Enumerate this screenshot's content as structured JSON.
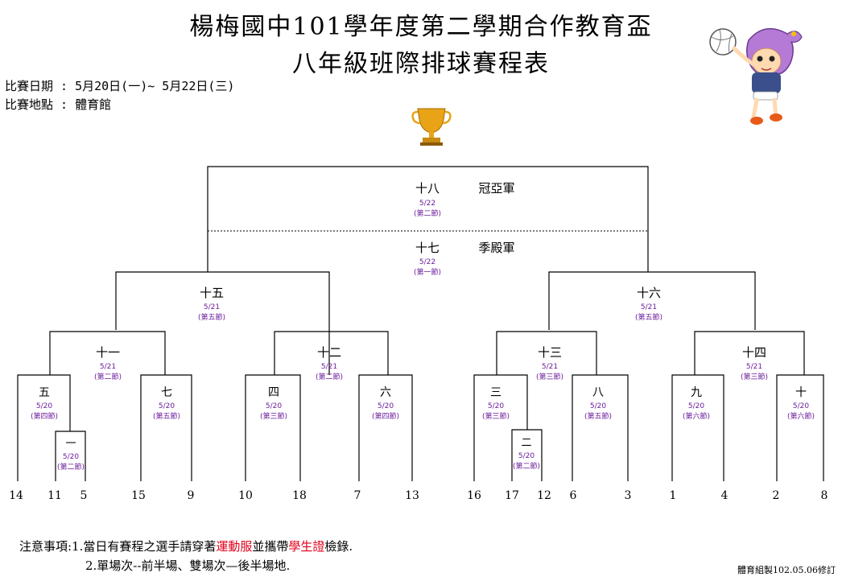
{
  "header": {
    "title_line1": "楊梅國中101學年度第二學期合作教育盃",
    "title_line2": "八年級班際排球賽程表",
    "date_line": "比賽日期 : 5月20日(一)~ 5月22日(三)",
    "venue_line": "比賽地點 : 體育館"
  },
  "finals": {
    "champion": {
      "label": "十八",
      "title": "冠亞軍",
      "date": "5/22",
      "period": "(第二節)"
    },
    "third": {
      "label": "十七",
      "title": "季殿軍",
      "date": "5/22",
      "period": "(第一節)"
    }
  },
  "matches": [
    {
      "id": "m15",
      "label": "十五",
      "date": "5/21",
      "period": "(第五節)"
    },
    {
      "id": "m16",
      "label": "十六",
      "date": "5/21",
      "period": "(第五節)"
    },
    {
      "id": "m11",
      "label": "十一",
      "date": "5/21",
      "period": "(第二節)"
    },
    {
      "id": "m12",
      "label": "十二",
      "date": "5/21",
      "period": "(第二節)"
    },
    {
      "id": "m13",
      "label": "十三",
      "date": "5/21",
      "period": "(第三節)"
    },
    {
      "id": "m14",
      "label": "十四",
      "date": "5/21",
      "period": "(第三節)"
    },
    {
      "id": "m5",
      "label": "五",
      "date": "5/20",
      "period": "(第四節)"
    },
    {
      "id": "m7",
      "label": "七",
      "date": "5/20",
      "period": "(第五節)"
    },
    {
      "id": "m4",
      "label": "四",
      "date": "5/20",
      "period": "(第三節)"
    },
    {
      "id": "m6",
      "label": "六",
      "date": "5/20",
      "period": "(第四節)"
    },
    {
      "id": "m3",
      "label": "三",
      "date": "5/20",
      "period": "(第三節)"
    },
    {
      "id": "m8",
      "label": "八",
      "date": "5/20",
      "period": "(第五節)"
    },
    {
      "id": "m9",
      "label": "九",
      "date": "5/20",
      "period": "(第六節)"
    },
    {
      "id": "m10",
      "label": "十",
      "date": "5/20",
      "period": "(第六節)"
    },
    {
      "id": "m1",
      "label": "一",
      "date": "5/20",
      "period": "(第二節)"
    },
    {
      "id": "m2",
      "label": "二",
      "date": "5/20",
      "period": "(第二節)"
    }
  ],
  "teams": [
    "14",
    "11",
    "5",
    "15",
    "9",
    "10",
    "18",
    "7",
    "13",
    "16",
    "17",
    "12",
    "6",
    "3",
    "1",
    "4",
    "2",
    "8"
  ],
  "notes": {
    "prefix": "注意事項:1.當日有賽程之選手請穿著",
    "red1": "運動服",
    "mid": "並攜帶",
    "red2": "學生證",
    "suffix": "檢錄.",
    "line2": "2.單場次--前半場、雙場次—後半場地."
  },
  "footer": "體育組製102.05.06修訂",
  "colors": {
    "line": "#000000",
    "date_text": "#6a1b9a",
    "highlight": "#e0001a",
    "trophy": "#e8a317"
  },
  "icons": {
    "trophy": "trophy-icon",
    "mascot": "volleyball-girl-mascot-icon"
  }
}
